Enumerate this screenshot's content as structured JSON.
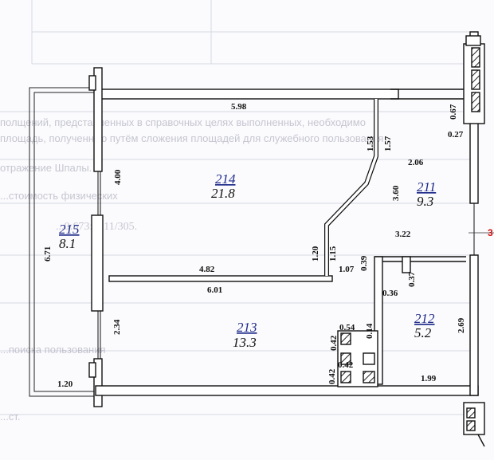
{
  "rooms": [
    {
      "number": "214",
      "area": "21.8"
    },
    {
      "number": "211",
      "area": "9.3"
    },
    {
      "number": "215",
      "area": "8.1"
    },
    {
      "number": "213",
      "area": "13.3"
    },
    {
      "number": "212",
      "area": "5.2"
    }
  ],
  "dimensions": {
    "d_5_98": "5.98",
    "d_4_00": "4.00",
    "d_6_71": "6.71",
    "d_1_53": "1.53",
    "d_1_57": "1.57",
    "d_0_67": "0.67",
    "d_0_27": "0.27",
    "d_2_06": "2.06",
    "d_3_60": "3.60",
    "d_3_22": "3.22",
    "d_1_20a": "1.20",
    "d_1_15": "1.15",
    "d_4_82": "4.82",
    "d_6_01": "6.01",
    "d_1_07": "1.07",
    "d_0_39": "0.39",
    "d_0_37": "0.37",
    "d_0_36": "0.36",
    "d_2_34": "2.34",
    "d_0_54": "0.54",
    "d_0_14": "0.14",
    "d_0_42a": "0.42",
    "d_0_42b": "0.42",
    "d_0_42c": "0.42",
    "d_2_69": "2.69",
    "d_1_99": "1.99",
    "d_1_20b": "1.20"
  },
  "background_text": {
    "line1": "полщений, представленных в справочных целях выполненных, необходимо",
    "line2": "площадь, полученную путём сложения площадей для служебного пользования",
    "line3": "отражение Шпалы.",
    "line4": "...стоимость физических",
    "line5": "...0:673:1311/305.",
    "line6": "...поиска пользования",
    "line7": "...ст."
  },
  "marker_text": "3"
}
